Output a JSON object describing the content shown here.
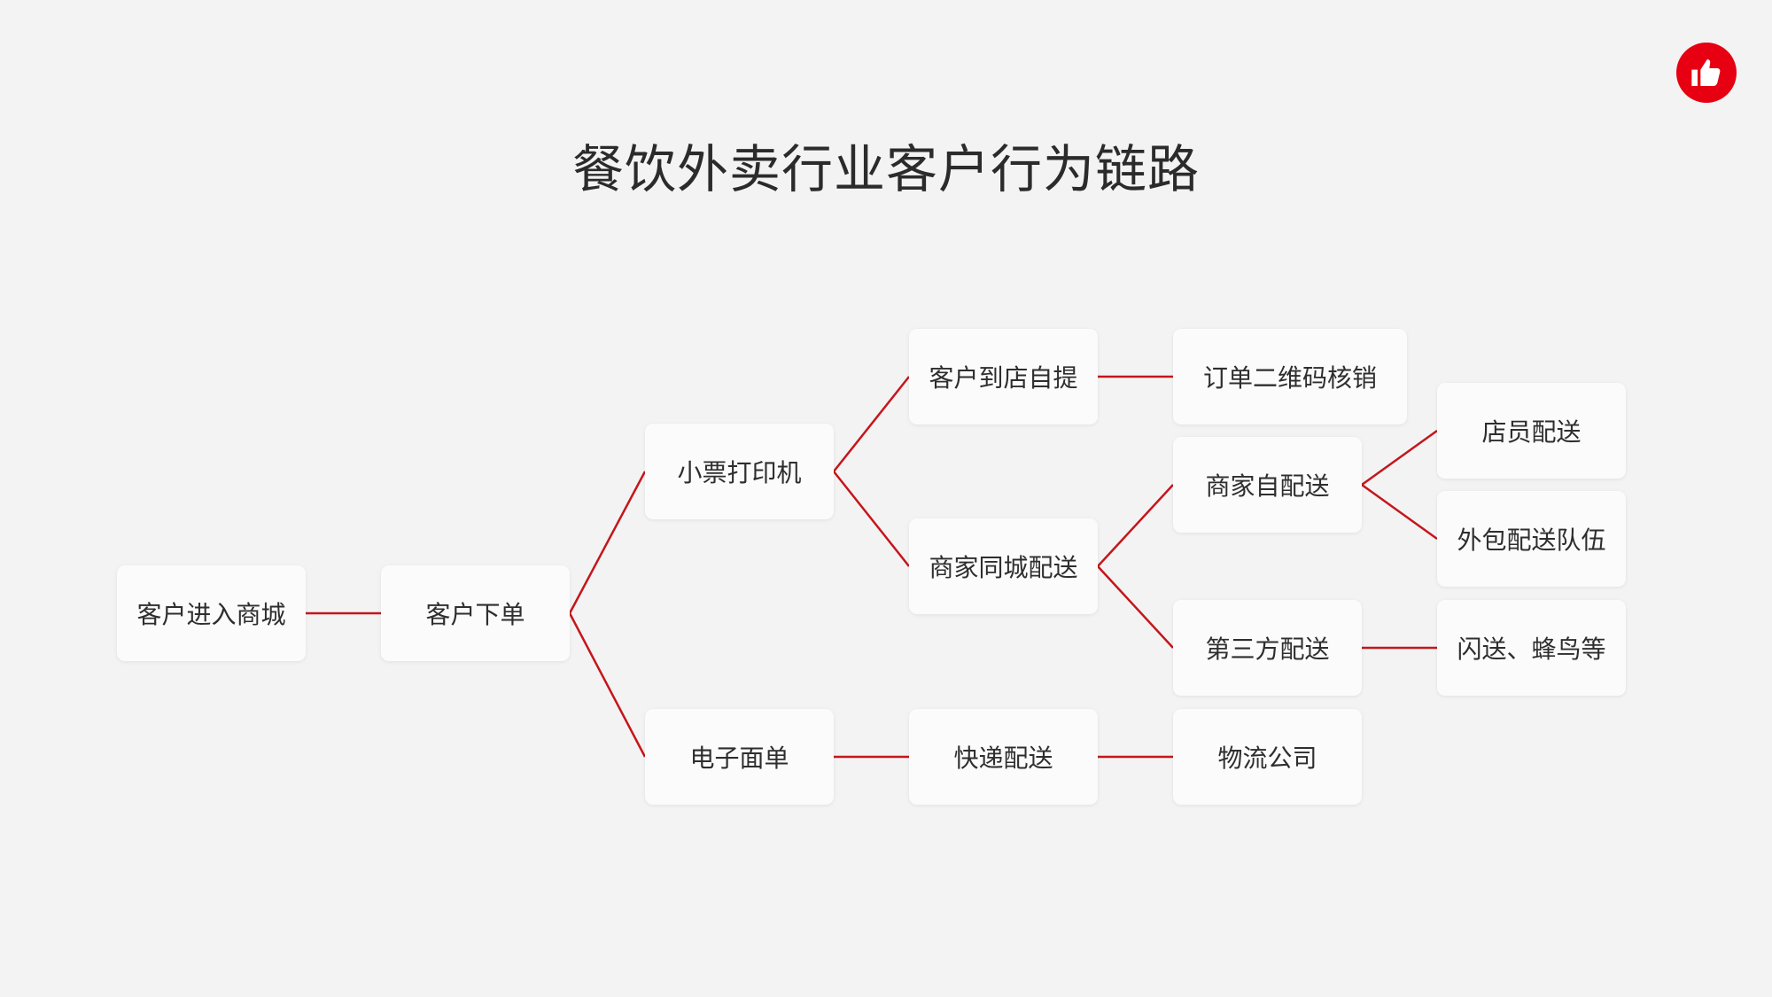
{
  "title": "餐饮外卖行业客户行为链路",
  "logo": {
    "icon": "thumbs-up-icon",
    "color": "#e60012"
  },
  "colors": {
    "connector": "#c4161c",
    "node_bg": "#fbfbfb",
    "background": "#f3f3f3"
  },
  "nodes": {
    "enter": "客户进入商城",
    "order": "客户下单",
    "ticket_printer": "小票打印机",
    "electronic_waybill": "电子面单",
    "store_pickup": "客户到店自提",
    "city_delivery": "商家同城配送",
    "express_delivery": "快递配送",
    "qr_verification": "订单二维码核销",
    "self_delivery": "商家自配送",
    "third_party_delivery": "第三方配送",
    "logistics_company": "物流公司",
    "staff_delivery": "店员配送",
    "outsourced_team": "外包配送队伍",
    "flash_delivery": "闪送、蜂鸟等"
  },
  "edges": [
    [
      "enter",
      "order"
    ],
    [
      "order",
      "ticket_printer"
    ],
    [
      "order",
      "electronic_waybill"
    ],
    [
      "ticket_printer",
      "store_pickup"
    ],
    [
      "ticket_printer",
      "city_delivery"
    ],
    [
      "electronic_waybill",
      "express_delivery"
    ],
    [
      "store_pickup",
      "qr_verification"
    ],
    [
      "city_delivery",
      "self_delivery"
    ],
    [
      "city_delivery",
      "third_party_delivery"
    ],
    [
      "express_delivery",
      "logistics_company"
    ],
    [
      "self_delivery",
      "staff_delivery"
    ],
    [
      "self_delivery",
      "outsourced_team"
    ],
    [
      "third_party_delivery",
      "flash_delivery"
    ]
  ]
}
